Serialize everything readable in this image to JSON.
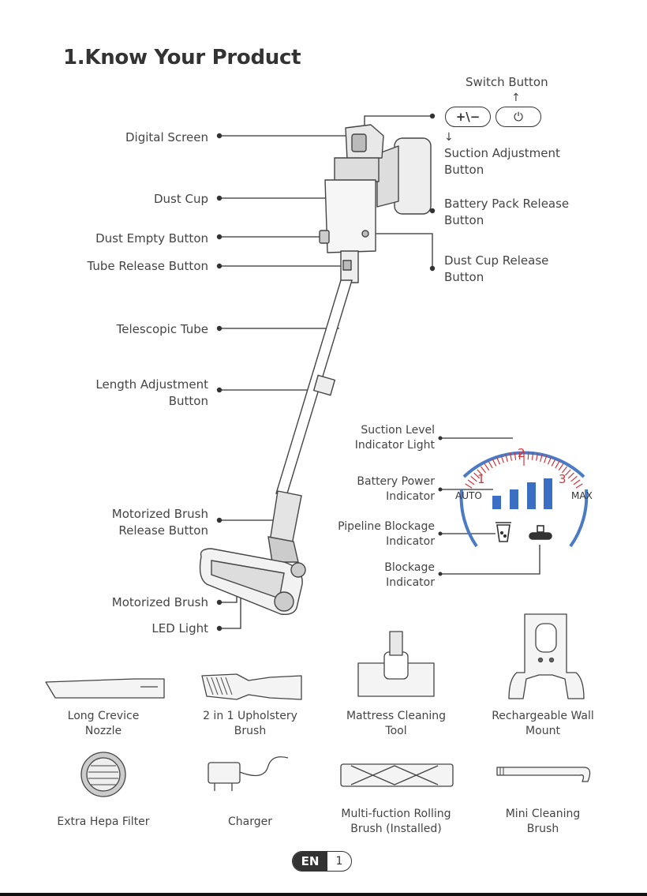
{
  "page": {
    "title": "1.Know Your Product",
    "language_tag": "EN",
    "page_number": "1"
  },
  "buttons": {
    "switch_label": "Switch Button",
    "suction_symbol": "+\\−",
    "power_symbol": "⏻",
    "arrow_up": "↑",
    "arrow_down": "↓"
  },
  "labels_left": {
    "digital_screen": "Digital Screen",
    "dust_cup": "Dust Cup",
    "dust_empty": "Dust Empty Button",
    "tube_release": "Tube Release Button",
    "telescopic_tube": "Telescopic Tube",
    "length_adjust_1": "Length Adjustment",
    "length_adjust_2": "Button",
    "brush_release_1": "Motorized Brush",
    "brush_release_2": "Release Button",
    "motorized_brush": "Motorized Brush",
    "led_light": "LED Light"
  },
  "labels_right": {
    "suction_adjust_1": "Suction Adjustment",
    "suction_adjust_2": "Button",
    "battery_release_1": "Battery Pack Release",
    "battery_release_2": "Button",
    "dustcup_release_1": "Dust Cup Release",
    "dustcup_release_2": "Button"
  },
  "display": {
    "suction_level_1": "Suction Level",
    "suction_level_2": "Indicator Light",
    "battery_power_1": "Battery Power",
    "battery_power_2": "Indicator",
    "pipeline_1": "Pipeline Blockage",
    "pipeline_2": "Indicator",
    "blockage_1": "Blockage",
    "blockage_2": "Indicator",
    "level_1": "1",
    "level_2": "2",
    "level_3": "3",
    "auto": "AUTO",
    "max": "MAX",
    "arc_color": "#4a7bc4",
    "tick_color": "#d6323a",
    "bar_color": "#3a6fc4"
  },
  "accessories": [
    {
      "line1": "Long Crevice",
      "line2": "Nozzle"
    },
    {
      "line1": "2 in 1 Upholstery",
      "line2": "Brush"
    },
    {
      "line1": "Mattress Cleaning",
      "line2": "Tool"
    },
    {
      "line1": "Rechargeable Wall",
      "line2": "Mount"
    },
    {
      "line1": "Extra Hepa Filter",
      "line2": ""
    },
    {
      "line1": "Charger",
      "line2": ""
    },
    {
      "line1": "Multi-fuction Rolling",
      "line2": "Brush (Installed)"
    },
    {
      "line1": "Mini Cleaning",
      "line2": "Brush"
    }
  ]
}
